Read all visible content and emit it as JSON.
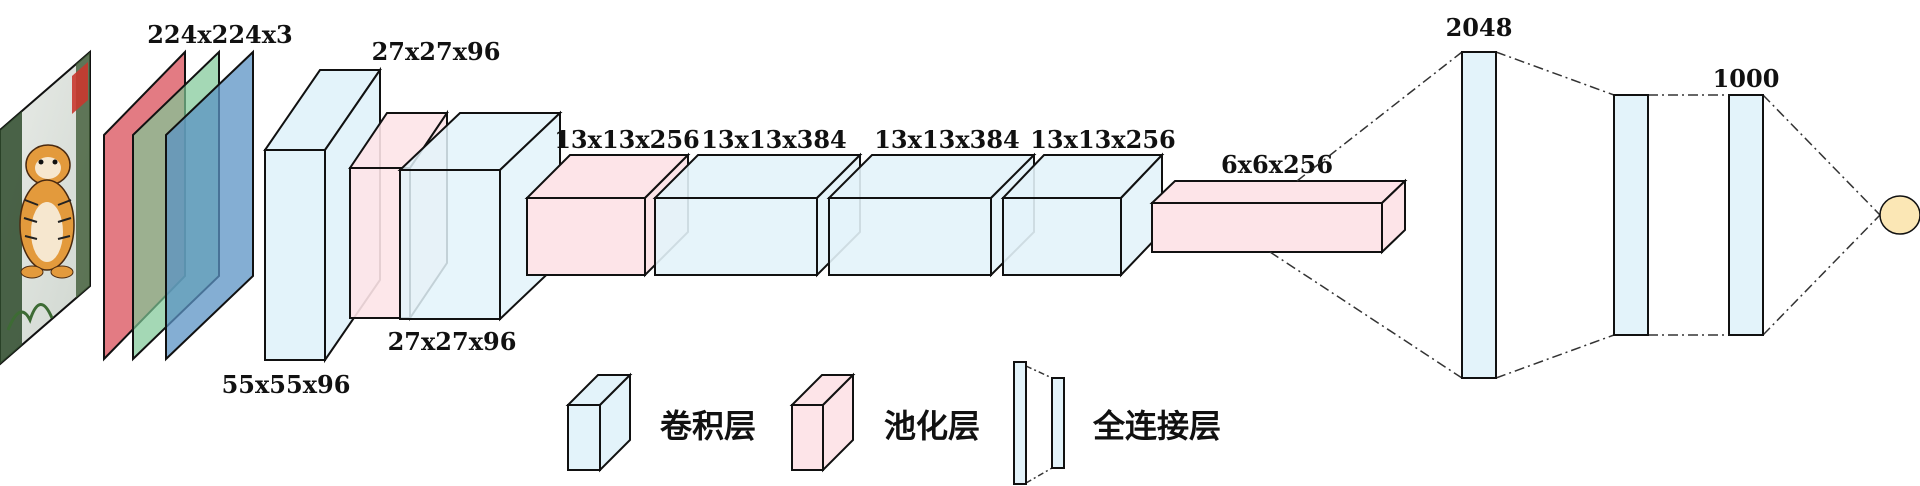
{
  "colors": {
    "conv_fill": "#e3f3fa",
    "pool_fill": "#fde4e8",
    "fc_fill": "#e3f3fa",
    "stroke": "#111111",
    "red_channel": "#e06d75",
    "green_channel": "#7ec896",
    "blue_channel": "#5b93c4",
    "output_node": "#fbe7b5"
  },
  "input": {
    "image_icon": "tiger-image-icon",
    "label": "224x224x3"
  },
  "layers": {
    "conv1": {
      "label": "55x55x96"
    },
    "pool1": {
      "label": "27x27x96"
    },
    "conv2": {
      "label": "27x27x96"
    },
    "pool2": {
      "label": "13x13x256"
    },
    "conv3": {
      "label": "13x13x384"
    },
    "conv4": {
      "label": "13x13x384"
    },
    "conv5": {
      "label": "13x13x256"
    },
    "pool3": {
      "label": "6x6x256"
    },
    "fc1": {
      "label": "2048"
    },
    "fc3": {
      "label": "1000"
    }
  },
  "legend": {
    "conv_label": "卷积层",
    "pool_label": "池化层",
    "fc_label": "全连接层"
  }
}
